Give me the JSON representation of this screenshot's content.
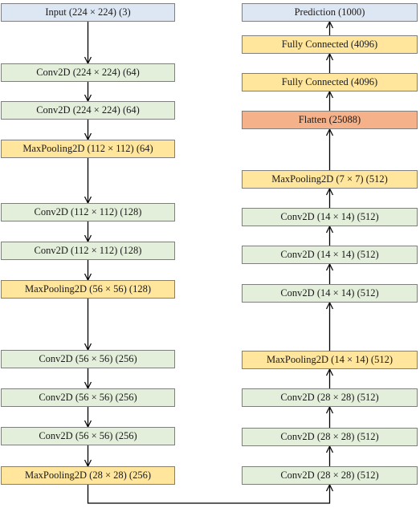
{
  "left_column": [
    {
      "id": "input",
      "label": "Input (224 × 224) (3)",
      "kind": "input"
    },
    {
      "id": "conv1",
      "label": "Conv2D (224 × 224) (64)",
      "kind": "conv"
    },
    {
      "id": "conv2",
      "label": "Conv2D (224 × 224) (64)",
      "kind": "conv"
    },
    {
      "id": "pool1",
      "label": "MaxPooling2D (112 × 112) (64)",
      "kind": "pool"
    },
    {
      "id": "conv3",
      "label": "Conv2D (112 × 112) (128)",
      "kind": "conv"
    },
    {
      "id": "conv4",
      "label": "Conv2D (112 × 112) (128)",
      "kind": "conv"
    },
    {
      "id": "pool2",
      "label": "MaxPooling2D (56 × 56) (128)",
      "kind": "pool"
    },
    {
      "id": "conv5",
      "label": "Conv2D (56 × 56) (256)",
      "kind": "conv"
    },
    {
      "id": "conv6",
      "label": "Conv2D (56 × 56) (256)",
      "kind": "conv"
    },
    {
      "id": "conv7",
      "label": "Conv2D (56 × 56) (256)",
      "kind": "conv"
    },
    {
      "id": "pool3",
      "label": "MaxPooling2D (28 × 28) (256)",
      "kind": "pool"
    }
  ],
  "right_column": [
    {
      "id": "pred",
      "label": "Prediction (1000)",
      "kind": "out"
    },
    {
      "id": "fc2",
      "label": "Fully Connected (4096)",
      "kind": "fc"
    },
    {
      "id": "fc1",
      "label": "Fully Connected (4096)",
      "kind": "fc"
    },
    {
      "id": "flat",
      "label": "Flatten (25088)",
      "kind": "flatten"
    },
    {
      "id": "pool5",
      "label": "MaxPooling2D (7 × 7) (512)",
      "kind": "pool"
    },
    {
      "id": "conv13",
      "label": "Conv2D (14 × 14) (512)",
      "kind": "conv"
    },
    {
      "id": "conv12",
      "label": "Conv2D (14 × 14) (512)",
      "kind": "conv"
    },
    {
      "id": "conv11",
      "label": "Conv2D (14 × 14) (512)",
      "kind": "conv"
    },
    {
      "id": "pool4",
      "label": "MaxPooling2D (14 × 14) (512)",
      "kind": "pool"
    },
    {
      "id": "conv10",
      "label": "Conv2D (28 × 28) (512)",
      "kind": "conv"
    },
    {
      "id": "conv9",
      "label": "Conv2D (28 × 28) (512)",
      "kind": "conv"
    },
    {
      "id": "conv8",
      "label": "Conv2D (28 × 28) (512)",
      "kind": "conv"
    }
  ],
  "edges": [
    [
      "input",
      "conv1"
    ],
    [
      "conv1",
      "conv2"
    ],
    [
      "conv2",
      "pool1"
    ],
    [
      "pool1",
      "conv3"
    ],
    [
      "conv3",
      "conv4"
    ],
    [
      "conv4",
      "pool2"
    ],
    [
      "pool2",
      "conv5"
    ],
    [
      "conv5",
      "conv6"
    ],
    [
      "conv6",
      "conv7"
    ],
    [
      "conv7",
      "pool3"
    ],
    [
      "pool3",
      "conv8"
    ],
    [
      "conv8",
      "conv9"
    ],
    [
      "conv9",
      "conv10"
    ],
    [
      "conv10",
      "pool4"
    ],
    [
      "pool4",
      "conv11"
    ],
    [
      "conv11",
      "conv12"
    ],
    [
      "conv12",
      "conv13"
    ],
    [
      "conv13",
      "pool5"
    ],
    [
      "pool5",
      "flat"
    ],
    [
      "flat",
      "fc1"
    ],
    [
      "fc1",
      "fc2"
    ],
    [
      "fc2",
      "pred"
    ]
  ],
  "colors": {
    "input": "#dde7f3",
    "conv": "#e3efda",
    "pool": "#ffe69c",
    "fc": "#ffe69c",
    "flatten": "#f4b18a",
    "out": "#dde7f3",
    "border": "#7f7f7f",
    "arrow": "#000000"
  }
}
